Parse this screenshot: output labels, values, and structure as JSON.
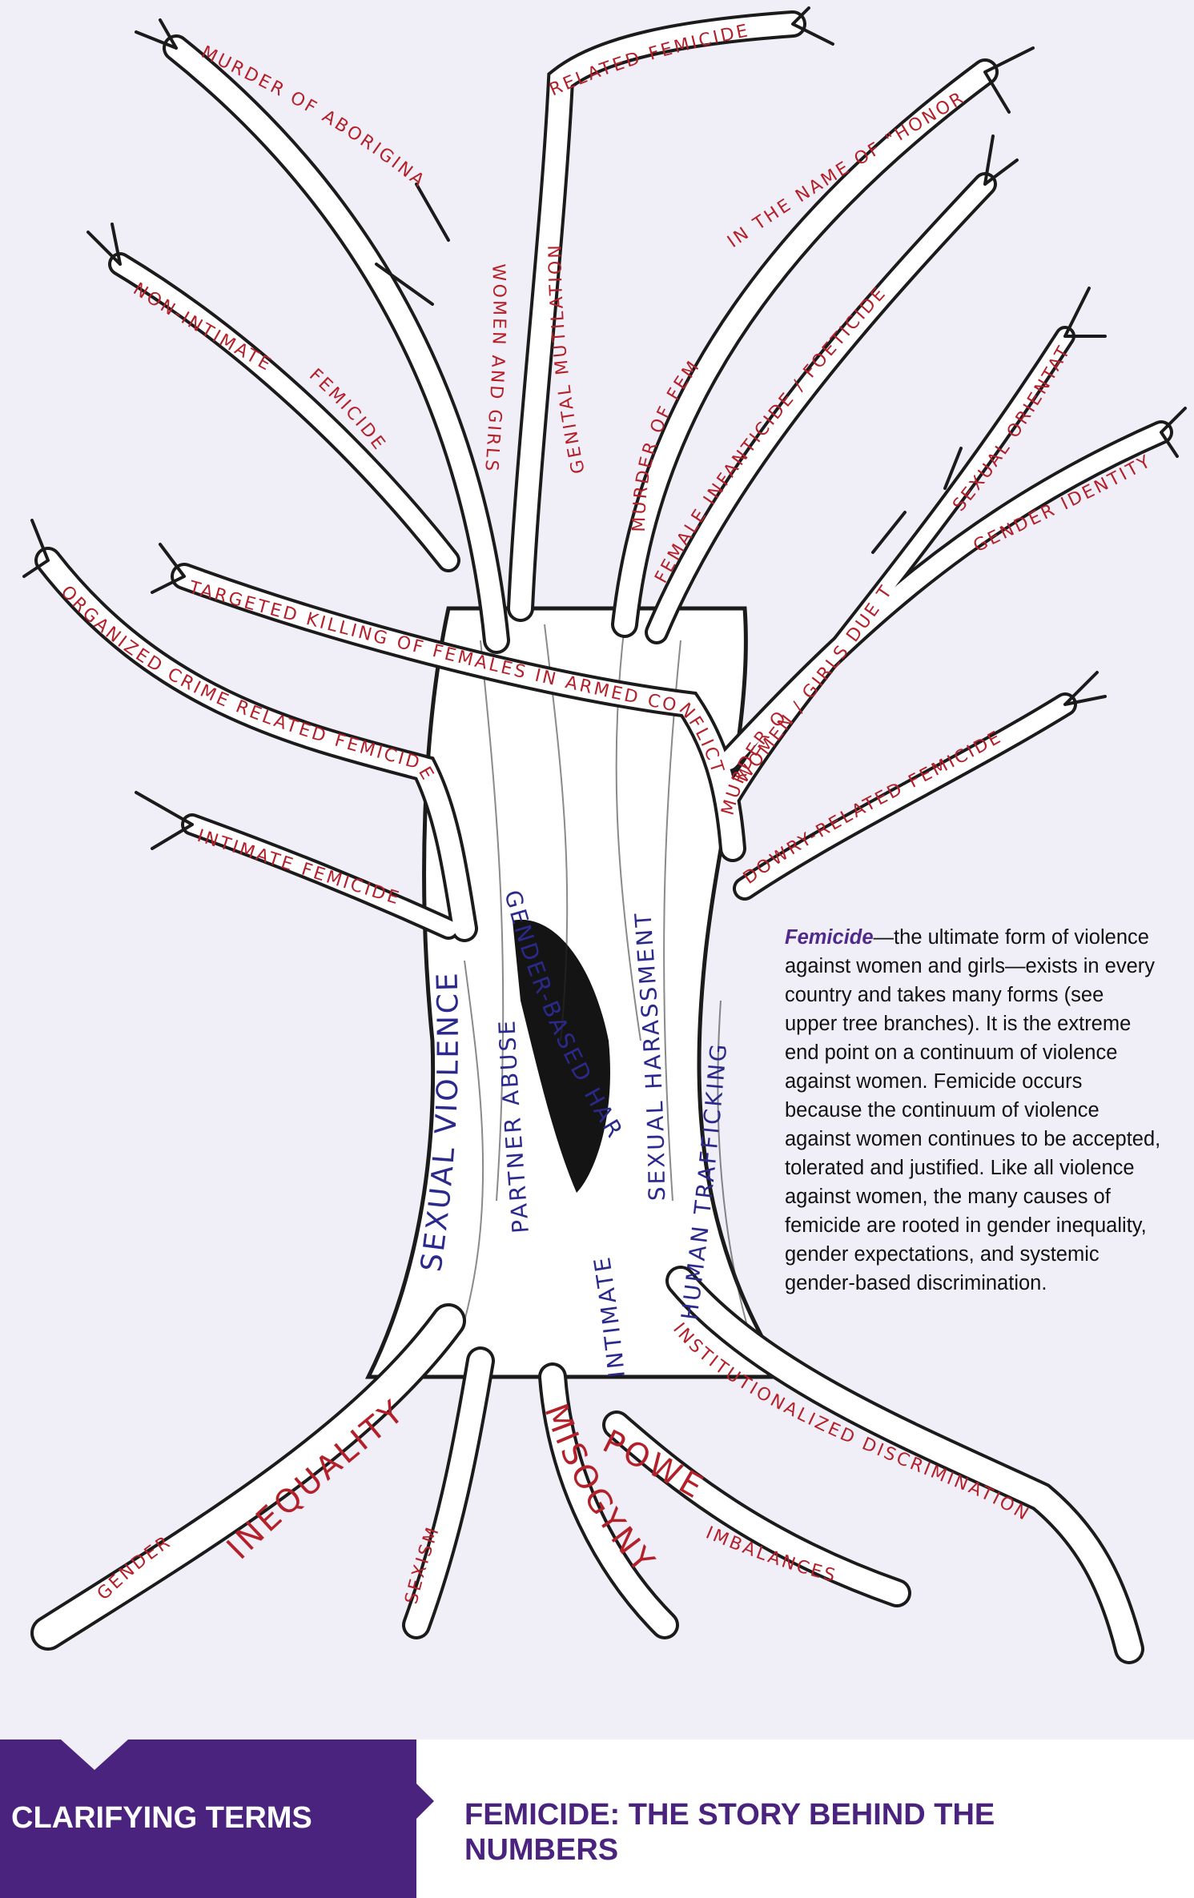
{
  "tree": {
    "branch_labels": {
      "murder_of_aboriginal": "MURDER OF ABORIGINAL",
      "women_and_girls": "WOMEN AND GIRLS",
      "related_femicide": "RELATED FEMICIDE",
      "genital_mutilation": "GENITAL MUTILATION",
      "honor": "IN THE NAME OF \"HONOR\"",
      "murder_of_females": "MURDER OF FEMALES",
      "female_infanticide": "FEMALE INFANTICIDE / FOETICIDE",
      "non_intimate": "NON-INTIMATE",
      "non_intimate_femicide": "FEMICIDE",
      "sexual_orientation": "SEXUAL ORIENTATION",
      "gender_identity": "GENDER IDENTITY",
      "women_girls_due_to": "WOMEN / GIRLS DUE TO",
      "murder_of": "MURDER OF",
      "targeted_killing": "TARGETED KILLING OF FEMALES IN ARMED CONFLICT",
      "organized_crime": "ORGANIZED CRIME RELATED FEMICIDE",
      "dowry": "DOWRY-RELATED FEMICIDE",
      "intimate_femicide": "INTIMATE FEMICIDE"
    },
    "trunk_labels": {
      "sexual_violence": "SEXUAL VIOLENCE",
      "partner_abuse": "PARTNER ABUSE",
      "intimate": "INTIMATE",
      "gender_based_harassment": "GENDER-BASED HARASSMENT",
      "sexual_harassment": "SEXUAL HARASSMENT",
      "human_trafficking": "HUMAN TRAFFICKING"
    },
    "root_labels": {
      "gender": "GENDER",
      "inequality": "INEQUALITY",
      "sexism": "SEXISM",
      "misogyny": "MISOGYNY",
      "power": "POWER",
      "imbalances": "IMBALANCES",
      "institutionalized_discrimination": "INSTITUTIONALIZED DISCRIMINATION"
    }
  },
  "description": {
    "term": "Femicide",
    "body": "—the ultimate form of violence against women and girls—exists in every country and takes many forms (see upper tree branches).  It is the extreme end point on a continuum of violence against women.  Femicide occurs because the continuum of violence against women continues to be accepted, tolerated and justified.  Like all violence against women, the many causes of femicide are rooted in gender inequality, gender expectations, and systemic gender-based discrimination."
  },
  "footer": {
    "left_title": "CLARIFYING TERMS",
    "right_title": "FEMICIDE: THE STORY BEHIND THE NUMBERS"
  },
  "colors": {
    "background": "#f0eff7",
    "purple": "#4a237f",
    "label_red": "#b4202a",
    "label_blue": "#2b2a8c"
  }
}
